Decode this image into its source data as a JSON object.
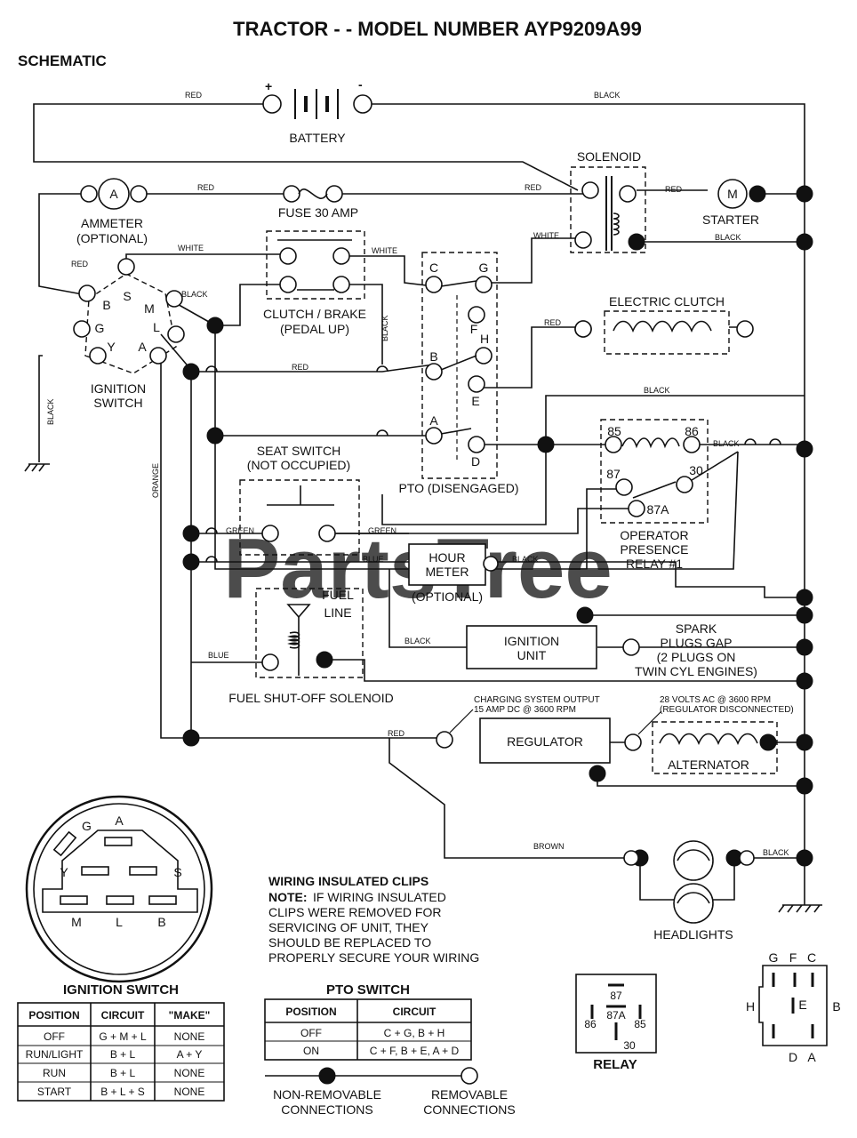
{
  "title": "TRACTOR - - MODEL NUMBER AYP9209A99",
  "subtitle": "SCHEMATIC",
  "watermark": "PartsTree",
  "battery": {
    "label": "BATTERY",
    "plus": "+",
    "minus": "-"
  },
  "wire_labels": {
    "red": "RED",
    "black": "BLACK",
    "white": "WHITE",
    "green": "GREEN",
    "blue": "BLUE",
    "orange": "ORANGE",
    "brown": "BROWN"
  },
  "components": {
    "ammeter": "AMMETER",
    "ammeter_note": "(OPTIONAL)",
    "ammeter_symbol": "A",
    "fuse": "FUSE 30 AMP",
    "solenoid": "SOLENOID",
    "starter": "STARTER",
    "starter_symbol": "M",
    "clutch_brake_1": "CLUTCH / BRAKE",
    "clutch_brake_2": "(PEDAL UP)",
    "electric_clutch": "ELECTRIC CLUTCH",
    "ignition_switch_1": "IGNITION",
    "ignition_switch_2": "SWITCH",
    "seat_switch_1": "SEAT SWITCH",
    "seat_switch_2": "(NOT OCCUPIED)",
    "pto": "PTO (DISENGAGED)",
    "relay_1": "OPERATOR",
    "relay_2": "PRESENCE",
    "relay_3": "RELAY #1",
    "hour_meter_1": "HOUR",
    "hour_meter_2": "METER",
    "hour_meter_3": "(OPTIONAL)",
    "fuel_line_1": "FUEL",
    "fuel_line_2": "LINE",
    "fuel_solenoid": "FUEL SHUT-OFF SOLENOID",
    "ignition_unit_1": "IGNITION",
    "ignition_unit_2": "UNIT",
    "spark_1": "SPARK",
    "spark_2": "PLUGS GAP",
    "spark_3": "(2 PLUGS ON",
    "spark_4": "TWIN CYL ENGINES)",
    "charging_1": "CHARGING SYSTEM OUTPUT",
    "charging_2": "15 AMP DC @ 3600 RPM",
    "ac_1": "28 VOLTS AC @ 3600 RPM",
    "ac_2": "(REGULATOR DISCONNECTED)",
    "regulator": "REGULATOR",
    "alternator": "ALTERNATOR",
    "headlights": "HEADLIGHTS"
  },
  "ignition_terminals": [
    "S",
    "B",
    "M",
    "G",
    "Y",
    "A",
    "L"
  ],
  "pto_terminals": [
    "C",
    "G",
    "F",
    "H",
    "B",
    "E",
    "A",
    "D"
  ],
  "relay_terminals": [
    "85",
    "86",
    "87",
    "30",
    "87A"
  ],
  "ignition_face": {
    "letters": [
      "G",
      "A",
      "Y",
      "S",
      "M",
      "L",
      "B"
    ]
  },
  "insulated_clips": {
    "heading": "WIRING INSULATED CLIPS",
    "note_label": "NOTE:",
    "lines": [
      "IF WIRING INSULATED",
      "CLIPS WERE REMOVED FOR",
      "SERVICING OF UNIT, THEY",
      "SHOULD BE REPLACED TO",
      "PROPERLY SECURE YOUR WIRING"
    ]
  },
  "ignition_table": {
    "title": "IGNITION SWITCH",
    "headers": [
      "POSITION",
      "CIRCUIT",
      "\"MAKE\""
    ],
    "rows": [
      [
        "OFF",
        "G + M + L",
        "NONE"
      ],
      [
        "RUN/LIGHT",
        "B + L",
        "A + Y"
      ],
      [
        "RUN",
        "B + L",
        "NONE"
      ],
      [
        "START",
        "B + L + S",
        "NONE"
      ]
    ]
  },
  "pto_table": {
    "title": "PTO SWITCH",
    "headers": [
      "POSITION",
      "CIRCUIT"
    ],
    "rows": [
      [
        "OFF",
        "C + G, B + H"
      ],
      [
        "ON",
        "C + F, B + E, A + D"
      ]
    ]
  },
  "relay_diagram": {
    "label": "RELAY",
    "pins": [
      "87",
      "86",
      "87A",
      "85",
      "30"
    ]
  },
  "pto_face": {
    "top": [
      "G",
      "F",
      "C"
    ],
    "left": "H",
    "center": "E",
    "right": "B",
    "bottom": [
      "D",
      "A"
    ]
  },
  "legend": {
    "non_removable_1": "NON-REMOVABLE",
    "non_removable_2": "CONNECTIONS",
    "removable_1": "REMOVABLE",
    "removable_2": "CONNECTIONS"
  }
}
